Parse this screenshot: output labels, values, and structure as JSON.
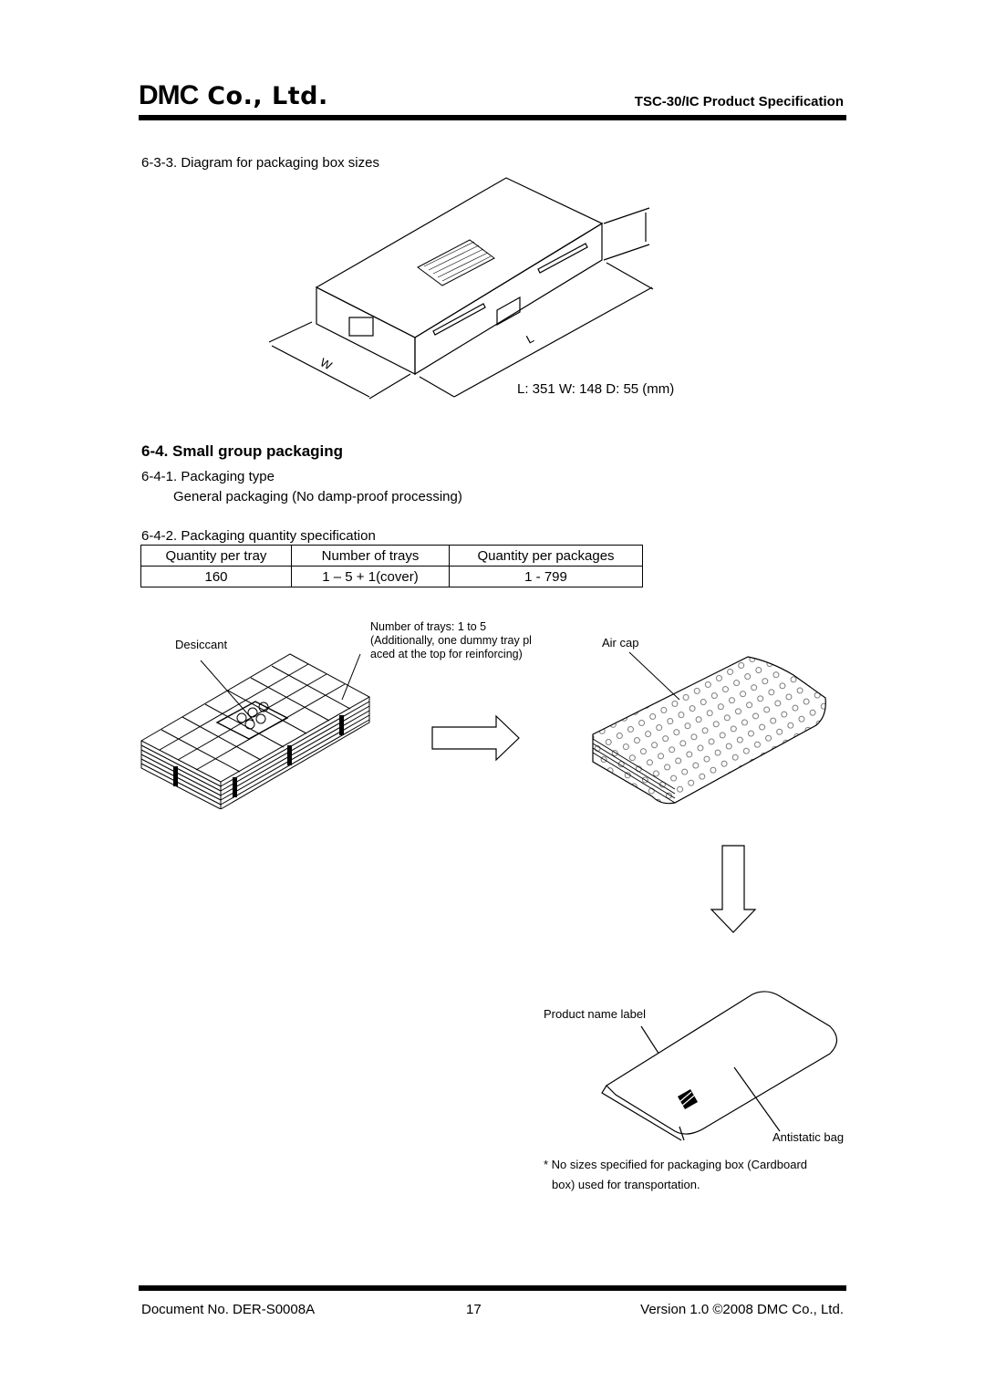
{
  "header": {
    "logo_brand": "DMC",
    "logo_suffix": " Co., Ltd.",
    "doc_title": "TSC-30/IC  Product  Specification"
  },
  "box_diagram": {
    "caption": "6-3-3. Diagram for packaging box sizes",
    "label_w": "W",
    "label_l": "L",
    "dimensions": "L:  351  W:  148  D:  55  (mm)"
  },
  "section": {
    "heading": "6-4.  Small  group  packaging",
    "packaging_type_title": "6-4-1. Packaging type",
    "packaging_type_value": "General packaging (No damp-proof processing)",
    "quantity_title": "6-4-2. Packaging quantity specification"
  },
  "quantity_table": {
    "headers": [
      "Quantity per tray",
      "Number of trays",
      "Quantity per packages"
    ],
    "row": [
      "160",
      "1 – 5 + 1(cover)",
      "1 - 799"
    ]
  },
  "figure": {
    "desiccant": "Desiccant",
    "trays_note_1": "Number of trays: 1 to 5",
    "trays_note_2": "(Additionally,  one  dummy  tray  pl",
    "trays_note_3": "aced  at  the  top  for  reinforcing)",
    "air_cap": "Air  cap",
    "product_label": "Product  name  label",
    "antistatic_bag": "Antistatic  bag",
    "note_1": "* No sizes specified for packaging box (Cardboard",
    "note_2": "box) used for transportation."
  },
  "footer": {
    "doc_no": "Document  No.  DER-S0008A",
    "page": "17",
    "version": "Version  1.0  ©2008  DMC  Co.,  Ltd."
  }
}
